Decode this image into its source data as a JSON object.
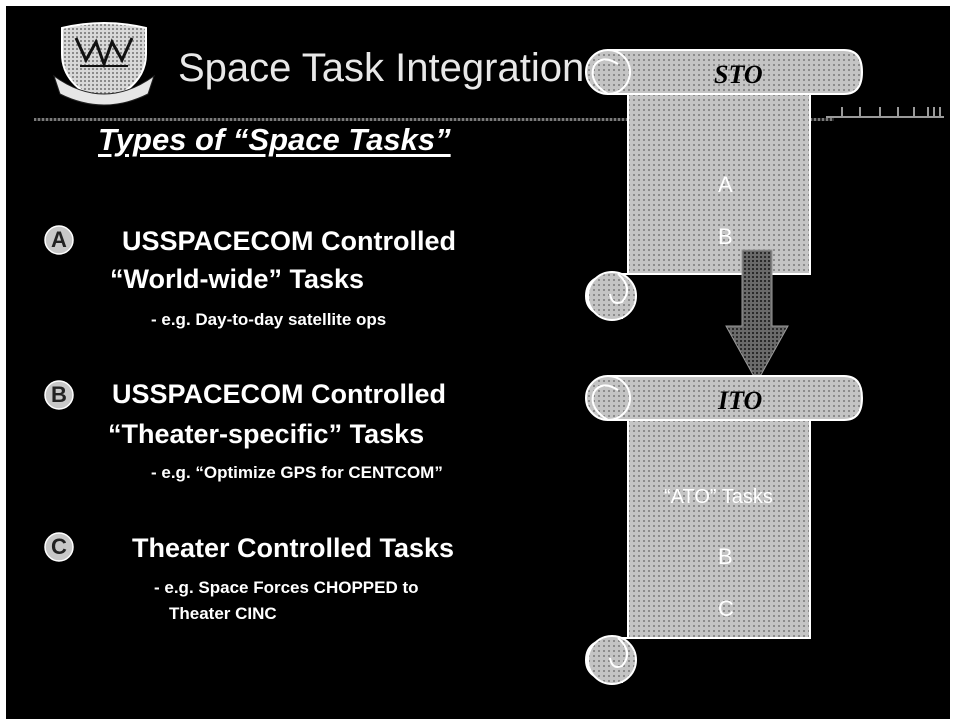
{
  "title": "Space Task Integration",
  "subtitle": "Types of “Space Tasks”",
  "items": [
    {
      "badge": "A",
      "line1": "USSPACECOM Controlled",
      "line2": "“World-wide” Tasks",
      "example": "- e.g. Day-to-day satellite ops"
    },
    {
      "badge": "B",
      "line1": "USSPACECOM  Controlled",
      "line2": "“Theater-specific” Tasks",
      "example": "- e.g. “Optimize GPS for CENTCOM”"
    },
    {
      "badge": "C",
      "line1": "Theater Controlled Tasks",
      "example_line1": "- e.g. Space Forces CHOPPED  to",
      "example_line2": "Theater CINC"
    }
  ],
  "scroll_top": {
    "header": "STO",
    "tasks": [
      "A",
      "B"
    ]
  },
  "scroll_bottom": {
    "header": "ITO",
    "label": "“ATO” Tasks",
    "tasks": [
      "B",
      "C"
    ]
  },
  "emblem_icon": "command-shield-icon",
  "arrow_icon": "down-arrow-icon",
  "colors": {
    "background": "#000000",
    "text": "#ffffff",
    "scroll_fill": "#c4c4c4",
    "badge_fill": "#c8c8c8"
  }
}
